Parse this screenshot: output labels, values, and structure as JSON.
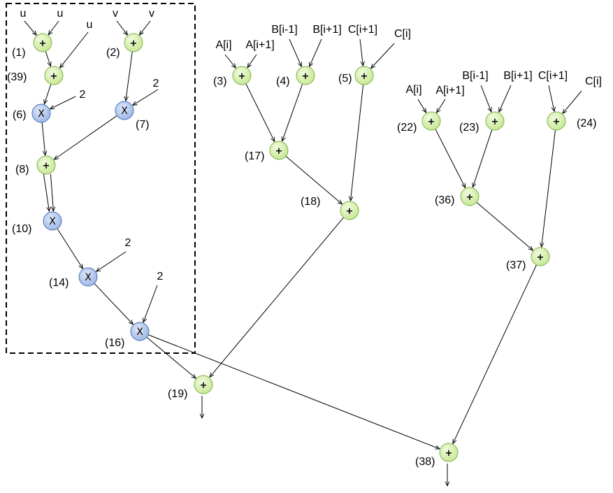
{
  "nodes": {
    "n1": {
      "op": "+",
      "label": "(1)"
    },
    "n39": {
      "op": "+",
      "label": "(39)"
    },
    "n2": {
      "op": "+",
      "label": "(2)"
    },
    "n6": {
      "op": "X",
      "label": "(6)"
    },
    "n7": {
      "op": "X",
      "label": "(7)"
    },
    "n8": {
      "op": "+",
      "label": "(8)"
    },
    "n10": {
      "op": "X",
      "label": "(10)"
    },
    "n14": {
      "op": "X",
      "label": "(14)"
    },
    "n16": {
      "op": "X",
      "label": "(16)"
    },
    "n3": {
      "op": "+",
      "label": "(3)"
    },
    "n4": {
      "op": "+",
      "label": "(4)"
    },
    "n5": {
      "op": "+",
      "label": "(5)"
    },
    "n17": {
      "op": "+",
      "label": "(17)"
    },
    "n18": {
      "op": "+",
      "label": "(18)"
    },
    "n19": {
      "op": "+",
      "label": "(19)"
    },
    "n22": {
      "op": "+",
      "label": "(22)"
    },
    "n23": {
      "op": "+",
      "label": "(23)"
    },
    "n24": {
      "op": "+",
      "label": "(24)"
    },
    "n36": {
      "op": "+",
      "label": "(36)"
    },
    "n37": {
      "op": "+",
      "label": "(37)"
    },
    "n38": {
      "op": "+",
      "label": "(38)"
    }
  },
  "inputs": {
    "u1": "u",
    "u2": "u",
    "u3": "u",
    "v1": "v",
    "v2": "v",
    "c6": "2",
    "c7": "2",
    "c14": "2",
    "c16": "2",
    "a3": "A[i]",
    "a3b": "A[i+1]",
    "b4": "B[i-1]",
    "b4b": "B[i+1]",
    "c5": "C[i+1]",
    "c5b": "C[i]",
    "a22": "A[i]",
    "a22b": "A[i+1]",
    "b23": "B[i-1]",
    "b23b": "B[i+1]",
    "c24": "C[i+1]",
    "c24b": "C[i]"
  },
  "edges": [
    [
      "u1",
      "n1"
    ],
    [
      "u2",
      "n1"
    ],
    [
      "n1",
      "n39"
    ],
    [
      "u3",
      "n39"
    ],
    [
      "v1",
      "n2"
    ],
    [
      "v2",
      "n2"
    ],
    [
      "n39",
      "n6"
    ],
    [
      "c6",
      "n6"
    ],
    [
      "n2",
      "n7"
    ],
    [
      "c7",
      "n7"
    ],
    [
      "n6",
      "n8"
    ],
    [
      "n7",
      "n8"
    ],
    [
      "n8",
      "n10"
    ],
    [
      "n8",
      "n10"
    ],
    [
      "n10",
      "n14"
    ],
    [
      "c14",
      "n14"
    ],
    [
      "n14",
      "n16"
    ],
    [
      "c16",
      "n16"
    ],
    [
      "a3",
      "n3"
    ],
    [
      "a3b",
      "n3"
    ],
    [
      "b4",
      "n4"
    ],
    [
      "b4b",
      "n4"
    ],
    [
      "c5",
      "n5"
    ],
    [
      "c5b",
      "n5"
    ],
    [
      "n3",
      "n17"
    ],
    [
      "n4",
      "n17"
    ],
    [
      "n17",
      "n18"
    ],
    [
      "n5",
      "n18"
    ],
    [
      "n16",
      "n19"
    ],
    [
      "n18",
      "n19"
    ],
    [
      "a22",
      "n22"
    ],
    [
      "a22b",
      "n22"
    ],
    [
      "b23",
      "n23"
    ],
    [
      "b23b",
      "n23"
    ],
    [
      "c24",
      "n24"
    ],
    [
      "c24b",
      "n24"
    ],
    [
      "n22",
      "n36"
    ],
    [
      "n23",
      "n36"
    ],
    [
      "n36",
      "n37"
    ],
    [
      "n24",
      "n37"
    ],
    [
      "n16",
      "n38"
    ],
    [
      "n37",
      "n38"
    ]
  ],
  "colors": {
    "add_fill": "#d9f0b3",
    "add_stroke": "#7fb04a",
    "mul_fill": "#b5c9ee",
    "mul_stroke": "#4a72b8"
  }
}
